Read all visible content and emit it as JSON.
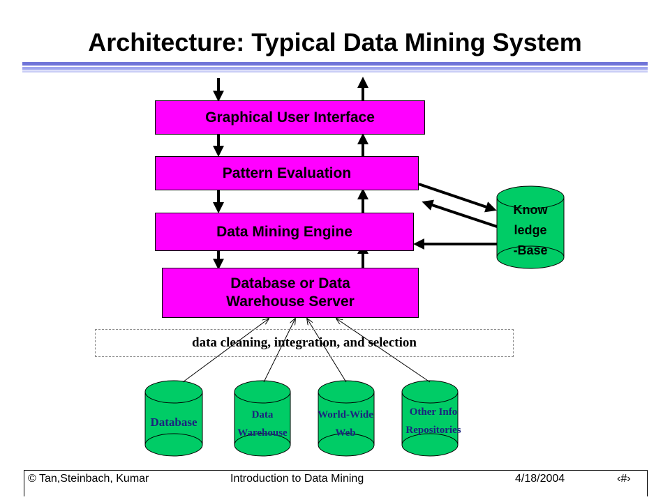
{
  "slide": {
    "title": "Architecture: Typical Data Mining System"
  },
  "layers": {
    "gui": "Graphical User Interface",
    "pattern_eval": "Pattern Evaluation",
    "mining_engine": "Data Mining Engine",
    "db_server": "Database or Data\nWarehouse Server"
  },
  "knowledge_base": {
    "label": "Know\nledge\n-Base"
  },
  "preprocessing": {
    "label": "data cleaning, integration, and selection"
  },
  "sources": [
    {
      "label": "Database"
    },
    {
      "label": "Data\nWarehouse"
    },
    {
      "label": "World-Wide\nWeb"
    },
    {
      "label": "Other Info\nRepositories"
    }
  ],
  "footer": {
    "left": "© Tan,Steinbach, Kumar",
    "center": "Introduction to Data Mining",
    "date": "4/18/2004",
    "page_number": "‹#›"
  },
  "colors": {
    "layer_fill": "#ff00ff",
    "cylinder_fill": "#00cc66",
    "cylinder_text": "#1a237e",
    "title_bar": "#6f74d8"
  }
}
